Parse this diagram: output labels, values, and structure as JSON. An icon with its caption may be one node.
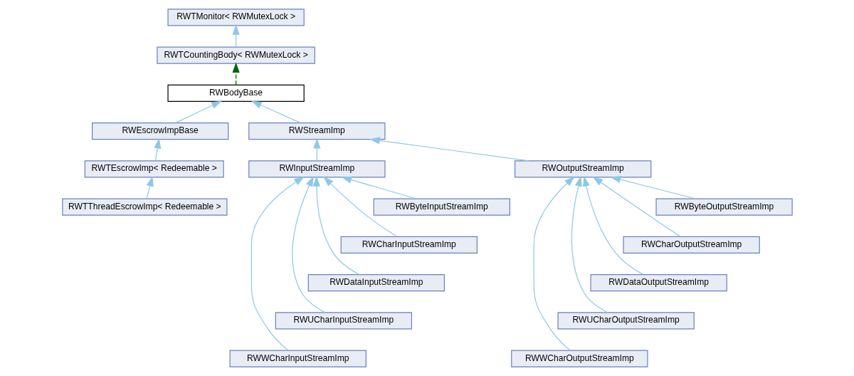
{
  "diagram": {
    "nodes": [
      {
        "text": [
          "RWTMonitor< RWMutexLock >"
        ]
      },
      {
        "text": [
          "RWTCountingBody< RWMutexLock >"
        ]
      },
      {
        "text": [
          "RWBodyBase"
        ]
      },
      {
        "text": [
          "RWEscrowImpBase"
        ]
      },
      {
        "text": [
          "RWStreamImp"
        ]
      },
      {
        "text": [
          "RWTEscrowImp< Redeemable >"
        ]
      },
      {
        "text": [
          "RWInputStreamImp"
        ]
      },
      {
        "text": [
          "RWOutputStreamImp"
        ]
      },
      {
        "text": [
          "RWTThreadEscrowImp< Redeemable >"
        ]
      },
      {
        "text": [
          "RWByteInputStreamImp"
        ]
      },
      {
        "text": [
          "RWCharInputStreamImp"
        ]
      },
      {
        "text": [
          "RWDataInputStreamImp"
        ]
      },
      {
        "text": [
          "RWUCharInputStreamImp"
        ]
      },
      {
        "text": [
          "RWWCharInputStreamImp"
        ]
      },
      {
        "text": [
          "RWByteOutputStreamImp"
        ]
      },
      {
        "text": [
          "RWCharOutputStreamImp"
        ]
      },
      {
        "text": [
          "RWDataOutputStreamImp"
        ]
      },
      {
        "text": [
          "RWUCharOutputStreamImp"
        ]
      },
      {
        "text": [
          "RWWCharOutputStreamImp"
        ]
      }
    ],
    "edges": [
      {
        "from": 1,
        "to": 0,
        "arrow": "to"
      },
      {
        "from": 2,
        "to": 1,
        "arrow": "to",
        "style": "dashed",
        "color": "#006400"
      },
      {
        "from": 3,
        "to": 2,
        "arrow": "to"
      },
      {
        "from": 4,
        "to": 2,
        "arrow": "to"
      },
      {
        "from": 5,
        "to": 3,
        "arrow": "to"
      },
      {
        "from": 8,
        "to": 5,
        "arrow": "to"
      },
      {
        "from": 6,
        "to": 4,
        "arrow": "to"
      },
      {
        "from": 7,
        "to": 4,
        "arrow": "to"
      },
      {
        "from": 9,
        "to": 6,
        "arrow": "to"
      },
      {
        "from": 10,
        "to": 6,
        "arrow": "to"
      },
      {
        "from": 11,
        "to": 6,
        "arrow": "to"
      },
      {
        "from": 12,
        "to": 6,
        "arrow": "to"
      },
      {
        "from": 13,
        "to": 6,
        "arrow": "to"
      },
      {
        "from": 14,
        "to": 7,
        "arrow": "to"
      },
      {
        "from": 15,
        "to": 7,
        "arrow": "to"
      },
      {
        "from": 16,
        "to": 7,
        "arrow": "to"
      },
      {
        "from": 17,
        "to": 7,
        "arrow": "to"
      },
      {
        "from": 18,
        "to": 7,
        "arrow": "to"
      }
    ]
  }
}
